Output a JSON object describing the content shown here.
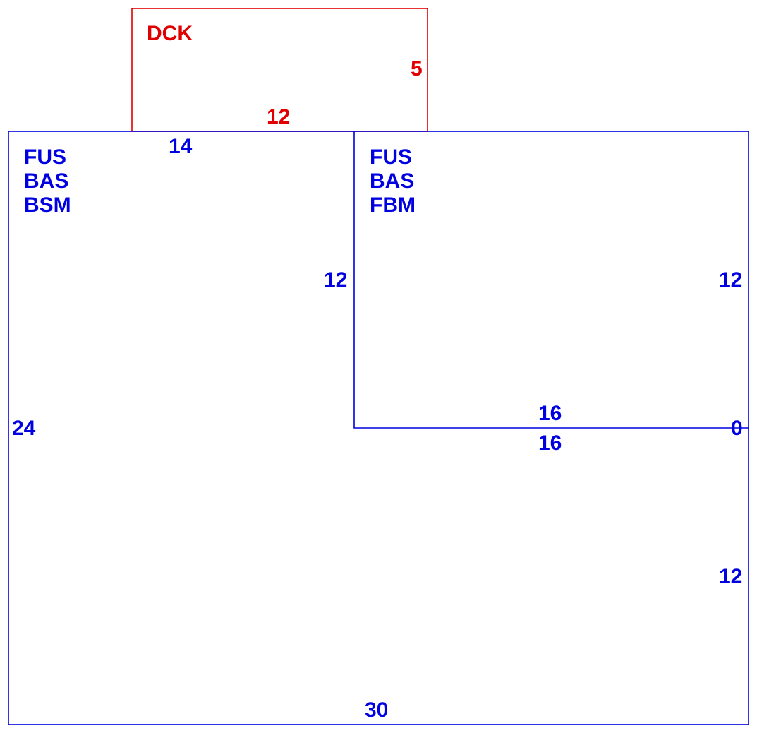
{
  "colors": {
    "living": "#0000e0",
    "deck": "#e00000",
    "background": "#ffffff"
  },
  "deck": {
    "code": "DCK",
    "dims": {
      "right": "5",
      "bottom": "12"
    }
  },
  "area_left": {
    "codes": [
      "FUS",
      "BAS",
      "BSM"
    ],
    "dims": {
      "top": "14",
      "inner_right": "12",
      "left": "24",
      "bottom": "30"
    }
  },
  "area_right": {
    "codes": [
      "FUS",
      "BAS",
      "FBM"
    ],
    "dims": {
      "right": "12",
      "bottom_inner": "16",
      "bottom_outer": "16",
      "zero": "0",
      "lower_right": "12"
    }
  }
}
